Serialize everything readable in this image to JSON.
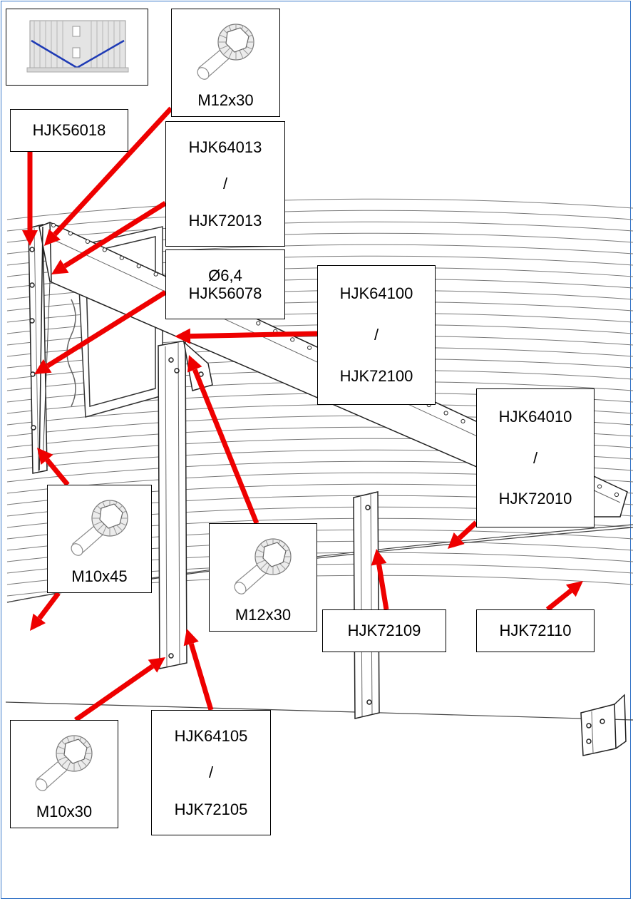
{
  "colors": {
    "arrow": "#ee0000",
    "frame_border": "#3a78c9",
    "thumbnail_line": "#1f3bb5"
  },
  "icons": {
    "thumbnail": "silo-overview-thumbnail-icon",
    "bolt": "flange-bolt-icon"
  },
  "labels": {
    "m12x30_top": {
      "text": "M12x30"
    },
    "hjk56018": {
      "text": "HJK56018"
    },
    "hjk64013": {
      "lines": [
        "HJK64013",
        "/",
        "HJK72013"
      ]
    },
    "hjk56078": {
      "lines": [
        "Ø6,4",
        "HJK56078"
      ]
    },
    "hjk64100": {
      "lines": [
        "HJK64100",
        "/",
        "HJK72100"
      ]
    },
    "hjk64010": {
      "lines": [
        "HJK64010",
        "/",
        "HJK72010"
      ]
    },
    "m10x45": {
      "text": "M10x45"
    },
    "m12x30_mid": {
      "text": "M12x30"
    },
    "m10x30": {
      "text": "M10x30"
    },
    "hjk64105": {
      "lines": [
        "HJK64105",
        "/",
        "HJK72105"
      ]
    },
    "hjk72109": {
      "text": "HJK72109"
    },
    "hjk72110": {
      "text": "HJK72110"
    }
  }
}
